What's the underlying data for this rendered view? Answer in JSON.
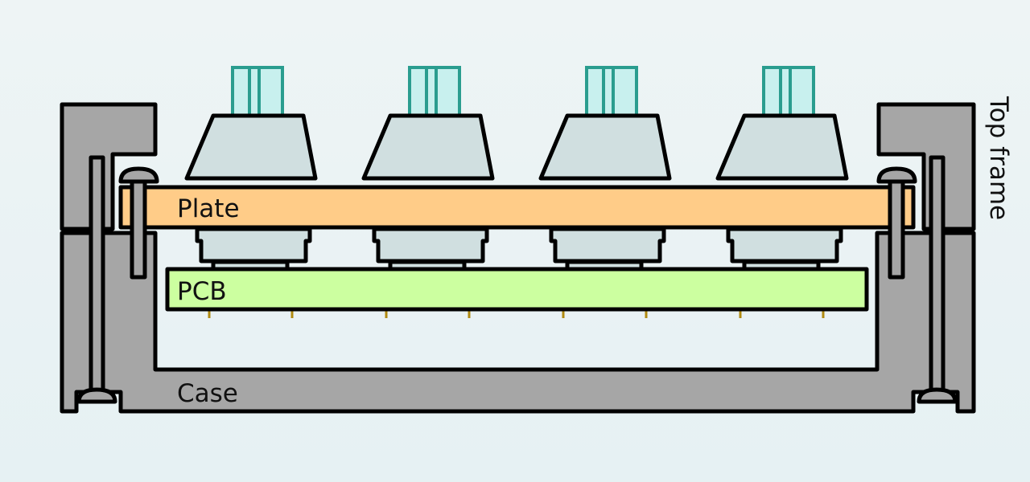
{
  "labels": {
    "plate": "Plate",
    "pcb": "PCB",
    "case": "Case",
    "top_frame": "Top frame"
  },
  "colors": {
    "frame": "#a6a6a6",
    "plate": "#ffcc88",
    "pcb": "#ccffa0",
    "switch_housing": "#d0dfe0",
    "stem_fill": "#c8f0ee",
    "stem_stroke": "#2a9d8f",
    "pin": "#b08a10"
  },
  "switch_count": 4
}
